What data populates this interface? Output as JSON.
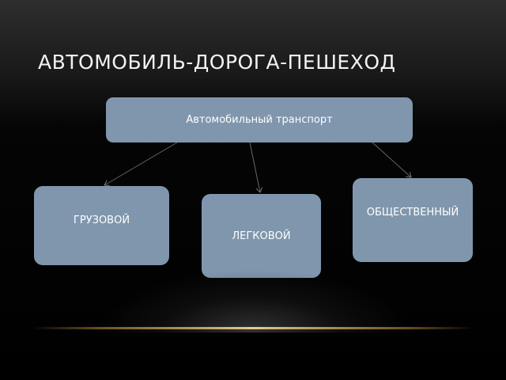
{
  "slide": {
    "title": "АВТОМОБИЛЬ-ДОРОГА-ПЕШЕХОД"
  },
  "diagram": {
    "root": {
      "label": "Автомобильный транспорт"
    },
    "children": [
      {
        "label": "ГРУЗОВОЙ"
      },
      {
        "label": "ЛЕГКОВОЙ"
      },
      {
        "label": "ОБЩЕСТВЕННЫЙ"
      }
    ]
  },
  "colors": {
    "box_fill": "#7f96ad",
    "text": "#ffffff",
    "background": "#000000",
    "accent_line": "#e9c98a"
  }
}
